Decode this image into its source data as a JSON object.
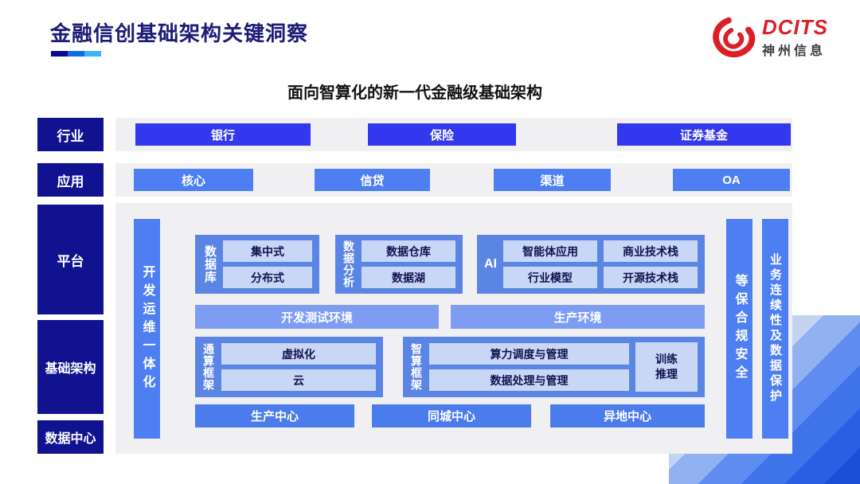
{
  "header": {
    "title": "金融信创基础架构关键洞察",
    "accent_bar_colors": [
      "#0a0a8c",
      "#0d6bf0",
      "#3ab5f2"
    ],
    "logo": {
      "brand": "DCITS",
      "company": "神州信息",
      "color": "#dc1f26"
    }
  },
  "diagram": {
    "subtitle": "面向智算化的新一代金融级基础架构",
    "sidebar": {
      "industry": "行业",
      "application": "应用",
      "platform": "平台",
      "infrastructure": "基础架构",
      "datacenter": "数据中心"
    },
    "industry_row": [
      "银行",
      "保险",
      "证券基金"
    ],
    "application_row": [
      "核心",
      "信贷",
      "渠道",
      "OA"
    ],
    "devops_bar": "开发运维一体化",
    "database_group": {
      "label": "数据库",
      "items": [
        "集中式",
        "分布式"
      ]
    },
    "analytics_group": {
      "label": "数据分析",
      "items": [
        "数据仓库",
        "数据湖"
      ]
    },
    "ai_group": {
      "label": "AI",
      "items": [
        "智能体应用",
        "商业技术栈",
        "行业模型",
        "开源技术栈"
      ]
    },
    "environments": [
      "开发测试环境",
      "生产环境"
    ],
    "general_compute_group": {
      "label": "通算框架",
      "items": [
        "虚拟化",
        "云"
      ]
    },
    "intelligent_compute_group": {
      "label": "智算框架",
      "items": [
        "算力调度与管理",
        "数据处理与管理"
      ],
      "side_box": "训练\n推理"
    },
    "datacenter_row": [
      "生产中心",
      "同城中心",
      "异地中心"
    ],
    "security_bar": "等保合规安全",
    "continuity_bar": "业务连续性及数据保护"
  },
  "colors": {
    "sidebar_navy": "#10128f",
    "royal_blue": "#3238ee",
    "medium_blue": "#4d7ff2",
    "group_blue": "#5b85e4",
    "light_box": "#c9d7f7",
    "env_bar_blue": "#7d9df2",
    "center_blue": "#4a7ceb",
    "strip_gray": "#f0f0f3",
    "title_navy": "#1b1b78",
    "logo_red": "#dc1f26"
  }
}
